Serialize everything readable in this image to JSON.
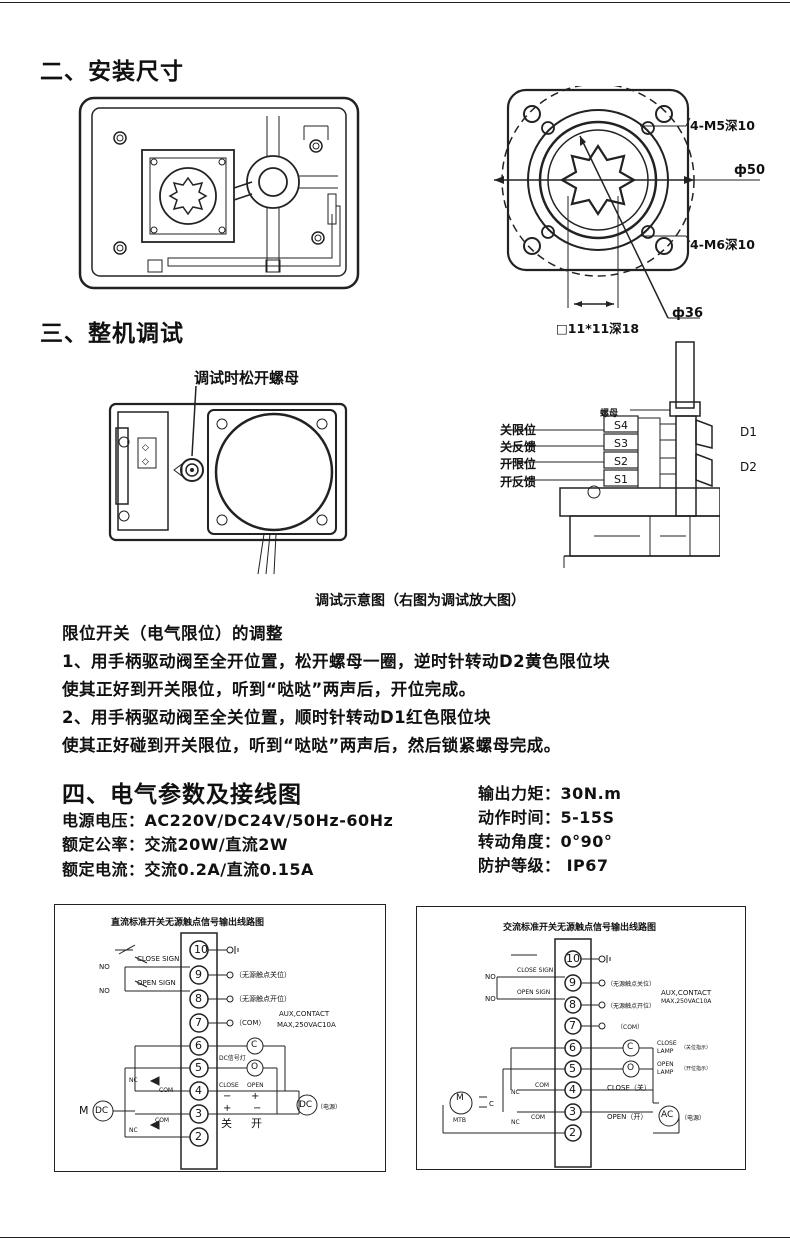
{
  "section2": {
    "title": "二、安装尺寸"
  },
  "dims": {
    "m5": "4-M5深10",
    "phi50": "ф50",
    "m6": "4-M6深10",
    "phi36": "ф36",
    "square": "□11*11深18"
  },
  "section3": {
    "title": "三、整机调试"
  },
  "debug": {
    "loosen_nut": "调试时松开螺母",
    "nut": "螺母",
    "close_limit": "关限位",
    "close_feedback": "关反馈",
    "open_limit": "开限位",
    "open_feedback": "开反馈",
    "s4": "S4",
    "s3": "S3",
    "s2": "S2",
    "s1": "S1",
    "d1": "D1",
    "d2": "D2",
    "caption": "调试示意图（右图为调试放大图）"
  },
  "limit": {
    "heading": "限位开关（电气限位）的调整",
    "line1": "1、用手柄驱动阀至全开位置，松开螺母一圈，逆时针转动D2黄色限位块",
    "line2": "使其正好到开关限位，听到“哒哒”两声后，开位完成。",
    "line3": "2、用手柄驱动阀至全关位置，顺时针转动D1红色限位块",
    "line4": "使其正好碰到开关限位，听到“哒哒”两声后，然后锁紧螺母完成。"
  },
  "section4": {
    "title": "四、电气参数及接线图"
  },
  "params": {
    "power": "电源电压：AC220V/DC24V/50Hz-60Hz",
    "rated_power": "额定公率：交流20W/直流2W",
    "rated_current": "额定电流：交流0.2A/直流0.15A",
    "torque": "输出力矩：30N.m",
    "time": "动作时间：5-15S",
    "angle": "转动角度：0°90°",
    "protection": "防护等级： IP67"
  },
  "dc_diagram": {
    "title": "直流标准开关无源触点信号输出线路图",
    "t10": "10",
    "t9": "9",
    "t8": "8",
    "t7": "7",
    "t6": "6",
    "t5": "5",
    "t4": "4",
    "t3": "3",
    "t2": "2",
    "no1": "NO",
    "close_sign": "CLOSE SIGN",
    "no2": "NO",
    "open_sign": "OPEN SIGN",
    "l9": "（无源触点关位）",
    "l8": "（无源触点开位）",
    "l7": "（COM）",
    "aux": "AUX,CONTACT",
    "max": "MAX,250VAC10A",
    "dc_lamp": "DC信号灯",
    "c": "C",
    "o": "O",
    "close": "CLOSE",
    "open": "OPEN",
    "minus": "−",
    "plus": "+",
    "plus2": "+",
    "minus2": "−",
    "guan": "关",
    "kai": "开",
    "m": "M",
    "dc": "DC",
    "dc2": "DC",
    "power": "（电源）",
    "nc1": "NC",
    "com1": "COM",
    "nc2": "NC",
    "com2": "COM"
  },
  "ac_diagram": {
    "title": "交流标准开关无源触点信号输出线路图",
    "t10": "10",
    "t9": "9",
    "t8": "8",
    "t7": "7",
    "t6": "6",
    "t5": "5",
    "t4": "4",
    "t3": "3",
    "t2": "2",
    "no1": "NO",
    "close_sign": "CLOSE SIGN",
    "no2": "NO",
    "open_sign": "OPEN SIGN",
    "l9": "（无源触点关位）",
    "l8": "（无源触点开位）",
    "l7": "（COM）",
    "aux": "AUX,CONTACT",
    "max": "MAX,250VAC10A",
    "c": "C",
    "o": "O",
    "close_lamp1": "CLOSE",
    "close_lamp2": "LAMP",
    "close_ind": "（关位指示）",
    "open_lamp1": "OPEN",
    "open_lamp2": "LAMP",
    "open_ind": "（开位指示）",
    "close_guan": "CLOSE（关）",
    "open_kai": "OPEN（开）",
    "ac": "AC",
    "power": "（电源）",
    "m": "M",
    "mtb": "MTB",
    "cap": "C",
    "nc1": "NC",
    "com1": "COM",
    "nc2": "NC",
    "com2": "COM"
  }
}
